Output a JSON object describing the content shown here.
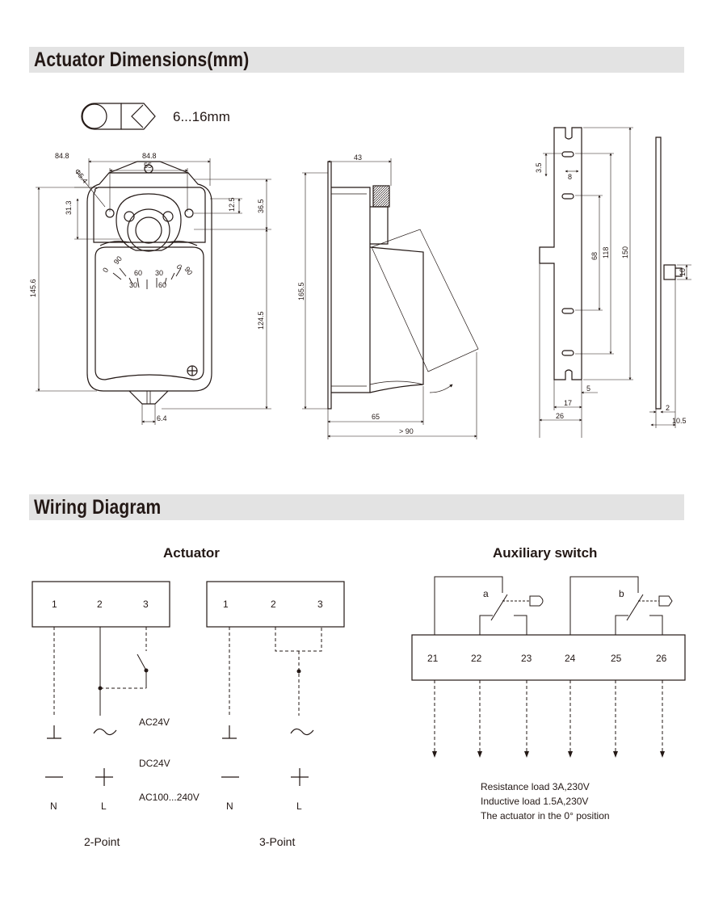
{
  "sections": {
    "dimensions_title": "Actuator Dimensions(mm)",
    "wiring_title": "Wiring Diagram"
  },
  "shaft": {
    "size_label": "6...16mm"
  },
  "front_view": {
    "dims": {
      "top_left": "84.8",
      "top_width": "84.8",
      "hole_spacing": "55",
      "hole_dia": "Φ5.4",
      "left_offset": "31.3",
      "total_height": "145.6",
      "right_small": "12.5",
      "right_top": "36.5",
      "right_lower": "124.5",
      "bottom_tab": "6.4"
    },
    "scale": {
      "left_outer_0": "0",
      "left_outer_90": "90",
      "left_inner_60": "60",
      "left_inner_30": "30",
      "right_inner_30": "30",
      "right_inner_60": "60",
      "right_outer_0": "0",
      "right_outer_90": "90"
    }
  },
  "side_view": {
    "dims": {
      "top": "43",
      "height": "165.5",
      "depth": "65",
      "swing": "> 90"
    }
  },
  "bracket_view": {
    "dims": {
      "slot_top": "3.5",
      "slot_width": "8",
      "inner_slots": "68",
      "outer_slots": "118",
      "overall": "150",
      "tab": "5",
      "width_inner": "17",
      "width_outer": "26",
      "pin": "10",
      "thickness": "2",
      "edge": "10.5"
    }
  },
  "wiring": {
    "actuator_title": "Actuator",
    "aux_title": "Auxiliary switch",
    "terminals_2pt": [
      "1",
      "2",
      "3"
    ],
    "terminals_3pt": [
      "1",
      "2",
      "3"
    ],
    "supply_labels": [
      "AC24V",
      "DC24V",
      "AC100...240V"
    ],
    "n_label_2pt": "N",
    "l_label_2pt": "L",
    "n_label_3pt": "N",
    "l_label_3pt": "L",
    "mode_2pt": "2-Point",
    "mode_3pt": "3-Point",
    "aux_terminals": [
      "21",
      "22",
      "23",
      "24",
      "25",
      "26"
    ],
    "switch_a": "a",
    "switch_b": "b",
    "notes": [
      "Resistance load 3A,230V",
      "Inductive load 1.5A,230V",
      "The actuator in the 0° position"
    ]
  }
}
